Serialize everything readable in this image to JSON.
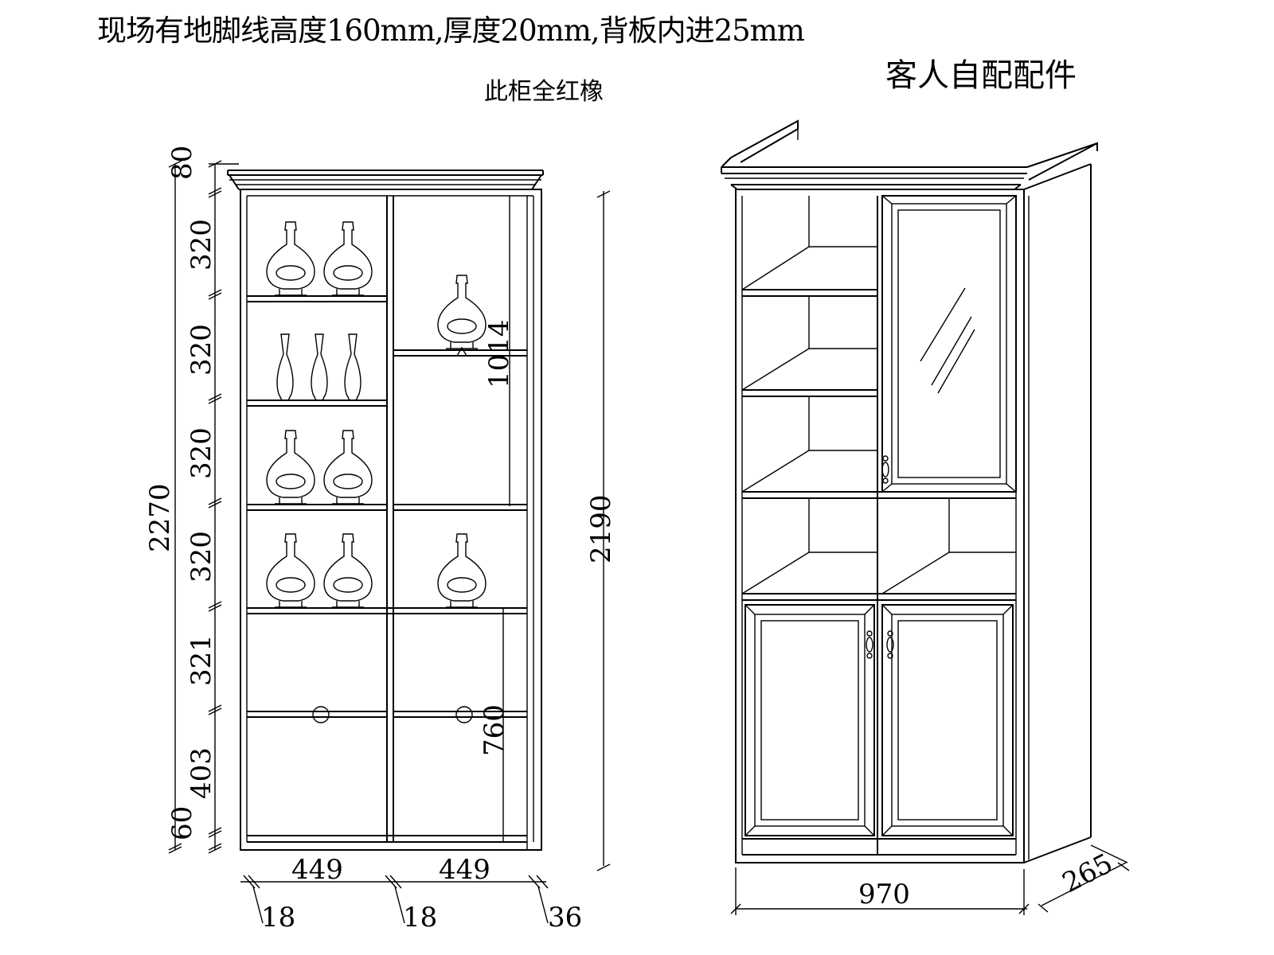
{
  "notes": {
    "site_condition": "现场有地脚线高度160mm,厚度20mm,背板内进25mm",
    "accessories": "客人自配配件",
    "material": "此柜全红橡"
  },
  "front_view": {
    "overall_height": "2270",
    "inner_height": "2190",
    "top_crown": "80",
    "rows": [
      "320",
      "320",
      "320",
      "320",
      "321",
      "403"
    ],
    "plinth": "60",
    "bay_widths": [
      "449",
      "449"
    ],
    "panel_thickness_left": "18",
    "panel_thickness_middle": "18",
    "panel_thickness_right": "36",
    "right_bay_upper": "1014",
    "right_bay_lower": "760"
  },
  "perspective_view": {
    "width": "970",
    "depth": "265"
  }
}
